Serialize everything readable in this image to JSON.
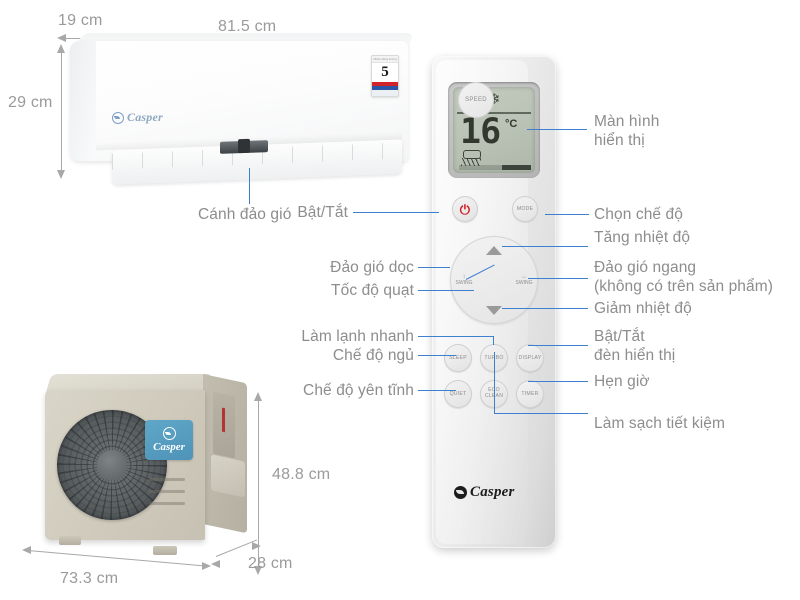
{
  "product": {
    "brand": "Casper",
    "indoor_unit": {
      "energy_label_rating": "5",
      "energy_label_top_text": "Nhãn năng lượng"
    },
    "dimensions": {
      "indoor_depth": "19 cm",
      "indoor_width": "81.5 cm",
      "indoor_height": "29 cm",
      "outdoor_width": "73.3 cm",
      "outdoor_depth": "28 cm",
      "outdoor_height": "48.8 cm"
    }
  },
  "remote": {
    "display": {
      "mode_icon": "snowflake-icon",
      "temperature": "16",
      "unit": "°C",
      "airflow_icon": "airflow-icon"
    },
    "buttons": {
      "power": "power-icon",
      "mode": "MODE",
      "up": "▲",
      "down": "▼",
      "swing_vertical": "SWING",
      "swing_horizontal": "SWING",
      "speed": "SPEED",
      "sleep": "SLEEP",
      "turbo": "TURBO",
      "display": "DISPLAY",
      "quiet": "QUIET",
      "eco_clean_line1": "ECO",
      "eco_clean_line2": "CLEAN",
      "timer": "TIMER"
    },
    "logo_text": "Casper"
  },
  "callouts": {
    "left": [
      {
        "id": "louver",
        "text": "Cánh đảo gió"
      },
      {
        "id": "power",
        "text": "Bật/Tắt"
      },
      {
        "id": "swing-vertical",
        "text": "Đảo gió dọc"
      },
      {
        "id": "fan-speed",
        "text": "Tốc độ quạt"
      },
      {
        "id": "turbo",
        "text": "Làm lạnh nhanh"
      },
      {
        "id": "sleep",
        "text": "Chế độ ngủ"
      },
      {
        "id": "quiet",
        "text": "Chế độ yên tĩnh"
      }
    ],
    "right": [
      {
        "id": "display-screen",
        "line1": "Màn hình",
        "line2": "hiển thị"
      },
      {
        "id": "mode-select",
        "line1": "Chọn chế độ",
        "line2": ""
      },
      {
        "id": "temp-up",
        "line1": "Tăng nhiệt độ",
        "line2": ""
      },
      {
        "id": "swing-horizontal",
        "line1": "Đảo gió ngang",
        "line2": "(không có trên sản phẩm)"
      },
      {
        "id": "temp-down",
        "line1": "Giảm nhiệt độ",
        "line2": ""
      },
      {
        "id": "display-light",
        "line1": "Bật/Tắt",
        "line2": "đèn hiển thị"
      },
      {
        "id": "timer",
        "line1": "Hẹn giờ",
        "line2": ""
      },
      {
        "id": "eco-clean",
        "line1": "Làm sạch tiết kiệm",
        "line2": ""
      }
    ]
  },
  "colors": {
    "leader_line": "#3f7fd0",
    "dimension_line": "#a8a8a8",
    "label_text": "#8d8d8d",
    "power_icon": "#d01f26",
    "background": "#ffffff"
  }
}
